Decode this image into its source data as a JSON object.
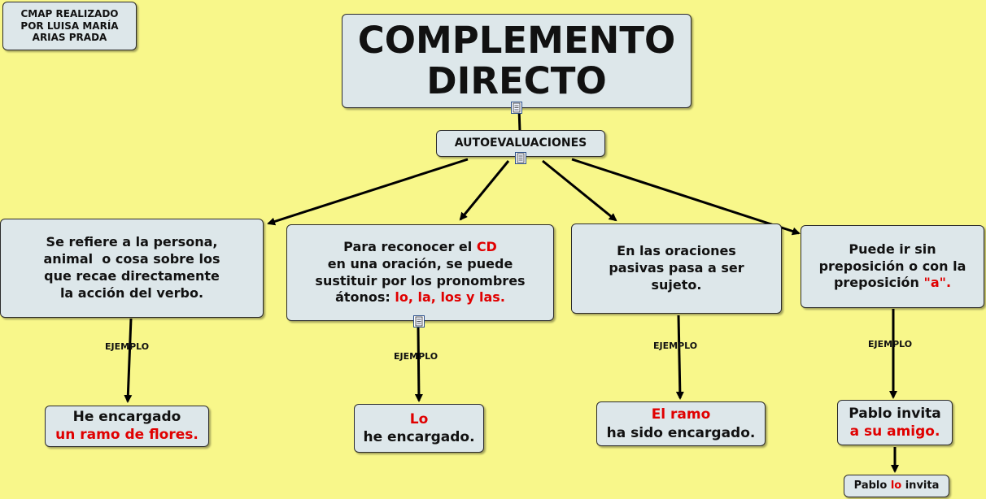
{
  "credit": {
    "line1": "CMAP REALIZADO",
    "line2": "POR LUISA MARÍA",
    "line3": "ARIAS PRADA"
  },
  "main": {
    "line1": "COMPLEMENTO",
    "line2": "DIRECTO"
  },
  "auto": "AUTOEVALUACIONES",
  "link_label": "EJEMPLO",
  "c1": {
    "l1": "Se refiere a la persona,",
    "l2": "animal  o cosa sobre los",
    "l3": "que recae directamente",
    "l4": "la acción del verbo."
  },
  "c2": {
    "l1a": "Para reconocer el ",
    "l1b": "CD",
    "l2": "en una oración, se puede",
    "l3": "sustituir por los pronombres",
    "l4a": "átonos: ",
    "l4b": "lo, la, los y las."
  },
  "c3": {
    "l1": "En las oraciones",
    "l2": "pasivas pasa a ser",
    "l3": "sujeto."
  },
  "c4": {
    "l1": "Puede ir sin",
    "l2": "preposición o con la",
    "l3a": "preposición ",
    "l3b": "\"a\"",
    "l3c": "."
  },
  "e1": {
    "l1": "He encargado",
    "l2": "un ramo de flores."
  },
  "e2": {
    "l1": "Lo",
    "l2": "he encargado."
  },
  "e3": {
    "l1": "El ramo",
    "l2": "ha sido encargado."
  },
  "e4": {
    "l1": "Pablo invita",
    "l2": "a su amigo."
  },
  "e5": {
    "a": "Pablo ",
    "b": "lo",
    "c": " invita"
  },
  "colors": {
    "background": "#f8f78a",
    "node": "#dde7ea",
    "highlight": "#e00000"
  }
}
